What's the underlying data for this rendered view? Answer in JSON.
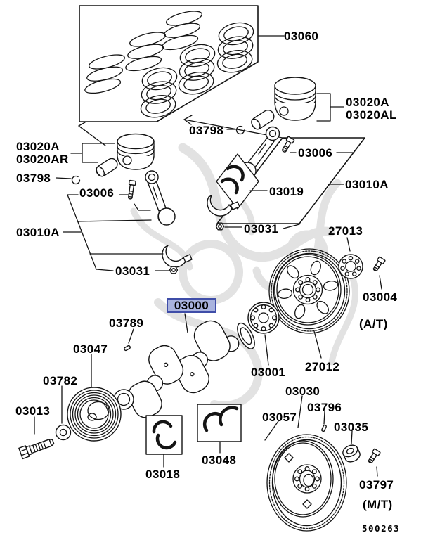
{
  "diagram": {
    "type": "engine-parts-exploded-view",
    "drawing_number": "500263",
    "selected_part": "03000",
    "colors": {
      "highlight_fill": "#a9b3de",
      "highlight_border": "#3f4da8",
      "line": "#141414",
      "watermark": "#e2e2e2",
      "background": "#ffffff"
    },
    "notes": {
      "at": "(A/T)",
      "mt": "(M/T)"
    },
    "labels": {
      "p03060": "03060",
      "p03020a_right": "03020A",
      "p03020al": "03020AL",
      "p03798_right": "03798",
      "p03006_right": "03006",
      "p03019": "03019",
      "p03010a_right": "03010A",
      "p03031_right": "03031",
      "p27013": "27013",
      "p03004": "03004",
      "p27012": "27012",
      "p03001": "03001",
      "p03020a_left": "03020A",
      "p03020ar": "03020AR",
      "p03798_left": "03798",
      "p03006_left": "03006",
      "p03010a_left": "03010A",
      "p03031_left": "03031",
      "p03000": "03000",
      "p03789": "03789",
      "p03047": "03047",
      "p03782": "03782",
      "p03013": "03013",
      "p03018": "03018",
      "p03048": "03048",
      "p03030": "03030",
      "p03796": "03796",
      "p03057": "03057",
      "p03035": "03035",
      "p03797": "03797"
    }
  }
}
